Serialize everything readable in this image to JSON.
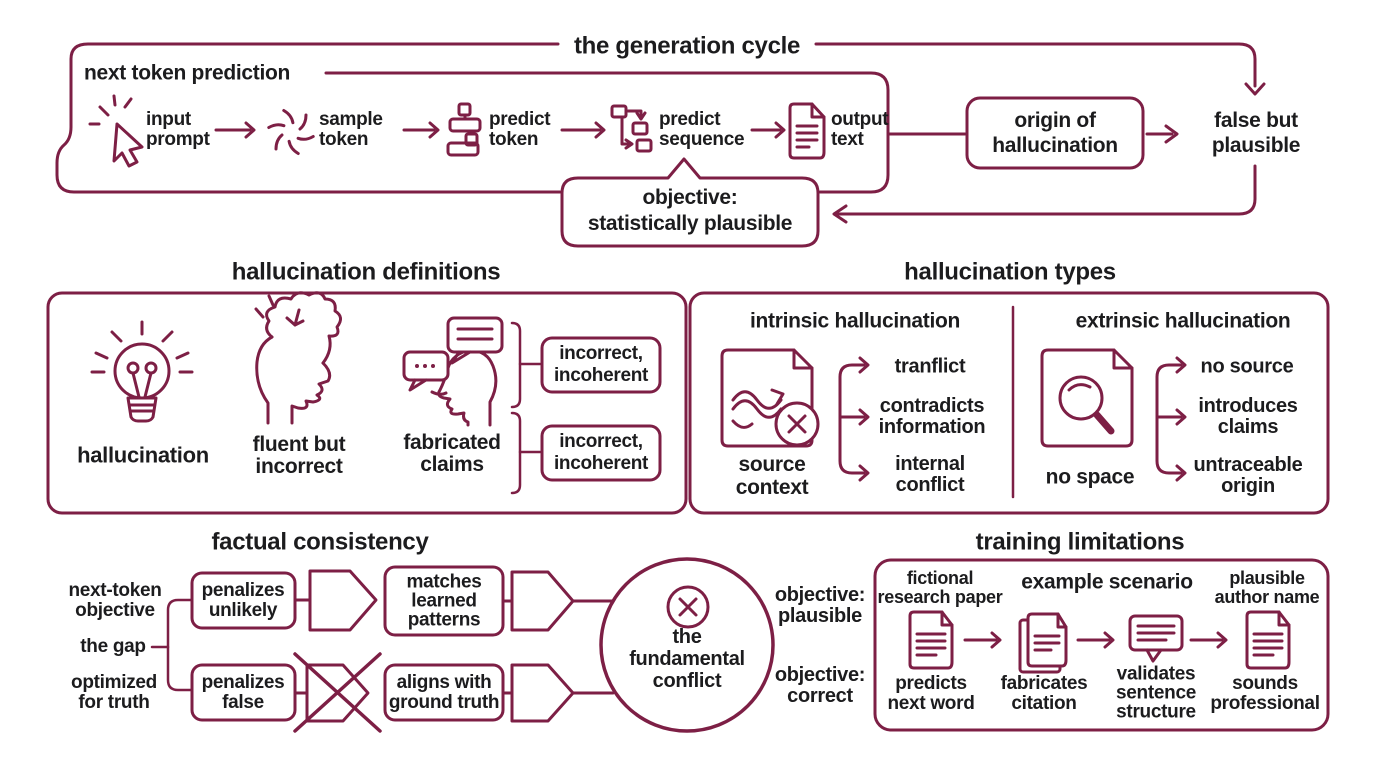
{
  "colors": {
    "accent": "#7d1f45",
    "text": "#1c1c1e",
    "background": "#ffffff"
  },
  "generation_cycle": {
    "title": "the generation cycle",
    "inner_title": "next token prediction",
    "steps": [
      {
        "icon": "cursor-click-icon",
        "lines": [
          "input",
          "prompt"
        ]
      },
      {
        "icon": "burst-icon",
        "lines": [
          "sample",
          "token"
        ]
      },
      {
        "icon": "flow-token-icon",
        "lines": [
          "predict",
          "token"
        ]
      },
      {
        "icon": "flow-sequence-icon",
        "lines": [
          "predict",
          "sequence"
        ]
      },
      {
        "icon": "document-icon",
        "lines": [
          "output",
          "text"
        ]
      }
    ],
    "origin_box": [
      "origin of",
      "hallucination"
    ],
    "false_plausible": [
      "false but",
      "plausible"
    ],
    "objective_bubble": [
      "objective:",
      "statistically plausible"
    ]
  },
  "definitions": {
    "title": "hallucination definitions",
    "items": [
      {
        "icon": "lightbulb-icon",
        "lines": [
          "hallucination"
        ]
      },
      {
        "icon": "head-cloud-icon",
        "lines": [
          "fluent but",
          "incorrect"
        ]
      },
      {
        "icon": "speech-person-icon",
        "lines": [
          "fabricated",
          "claims"
        ]
      }
    ],
    "result_boxes": [
      [
        "incorrect,",
        "incoherent"
      ],
      [
        "incorrect,",
        "incoherent"
      ]
    ]
  },
  "types": {
    "title": "hallucination types",
    "intrinsic": {
      "heading": "intrinsic hallucination",
      "icon": "source-shuffle-icon",
      "icon_label": [
        "source",
        "context"
      ],
      "branches": [
        [
          "tranflict"
        ],
        [
          "contradicts",
          "information"
        ],
        [
          "internal",
          "conflict"
        ]
      ]
    },
    "extrinsic": {
      "heading": "extrinsic hallucination",
      "icon": "document-magnifier-icon",
      "icon_label": [
        "no space"
      ],
      "branches": [
        [
          "no source"
        ],
        [
          "introduces",
          "claims"
        ],
        [
          "untraceable",
          "origin"
        ]
      ]
    }
  },
  "consistency": {
    "title": "factual consistency",
    "left_labels": [
      [
        "next-token",
        "objective"
      ],
      [
        "the gap"
      ],
      [
        "optimized",
        "for truth"
      ]
    ],
    "boxes": {
      "penalizes_unlikely": [
        "penalizes",
        "unlikely"
      ],
      "matches": [
        "matches",
        "learned",
        "patterns"
      ],
      "penalizes_false": [
        "penalizes",
        "false"
      ],
      "aligns": [
        "aligns with",
        "ground truth"
      ]
    },
    "center": [
      "the",
      "fundamental",
      "conflict"
    ],
    "center_icon": "x-circle-icon",
    "outcomes": [
      [
        "objective:",
        "plausible"
      ],
      [
        "objective:",
        "correct"
      ]
    ]
  },
  "limitations": {
    "title": "training limitations",
    "top_labels": [
      [
        "fictional",
        "research paper"
      ],
      [
        "example scenario"
      ],
      [
        "plausible",
        "author name"
      ]
    ],
    "step_icons": [
      "document-icon",
      "stacked-documents-icon",
      "speech-lines-icon",
      "document-icon"
    ],
    "steps": [
      [
        "predicts",
        "next word"
      ],
      [
        "fabricates",
        "citation"
      ],
      [
        "validates",
        "sentence",
        "structure"
      ],
      [
        "sounds",
        "professional"
      ]
    ]
  }
}
